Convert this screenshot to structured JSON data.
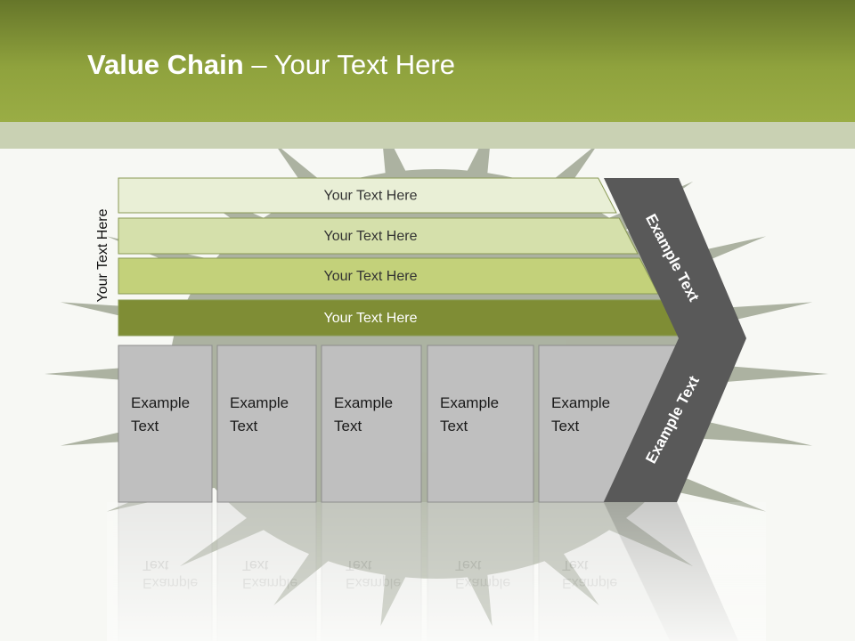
{
  "title": {
    "bold": "Value Chain",
    "rest": " – Your Text Here"
  },
  "side_label": "Your Text Here",
  "support_rows": [
    {
      "label": "Your Text Here",
      "color": "#e9efd6"
    },
    {
      "label": "Your Text Here",
      "color": "#d5e0ab"
    },
    {
      "label": "Your Text Here",
      "color": "#c3d17a"
    },
    {
      "label": "Your Text Here",
      "color": "#7f8d35"
    }
  ],
  "primary_boxes": [
    {
      "line1": "Example",
      "line2": "Text"
    },
    {
      "line1": "Example",
      "line2": "Text"
    },
    {
      "line1": "Example",
      "line2": "Text"
    },
    {
      "line1": "Example",
      "line2": "Text"
    },
    {
      "line1": "Example",
      "line2": "Text"
    }
  ],
  "margin_labels": {
    "upper": "Example Text",
    "lower": "Example Text"
  },
  "colors": {
    "header": "#8fa23d",
    "chevron": "#595959",
    "box": "#bfbfbf",
    "background_tree": "#6f7a5e"
  }
}
